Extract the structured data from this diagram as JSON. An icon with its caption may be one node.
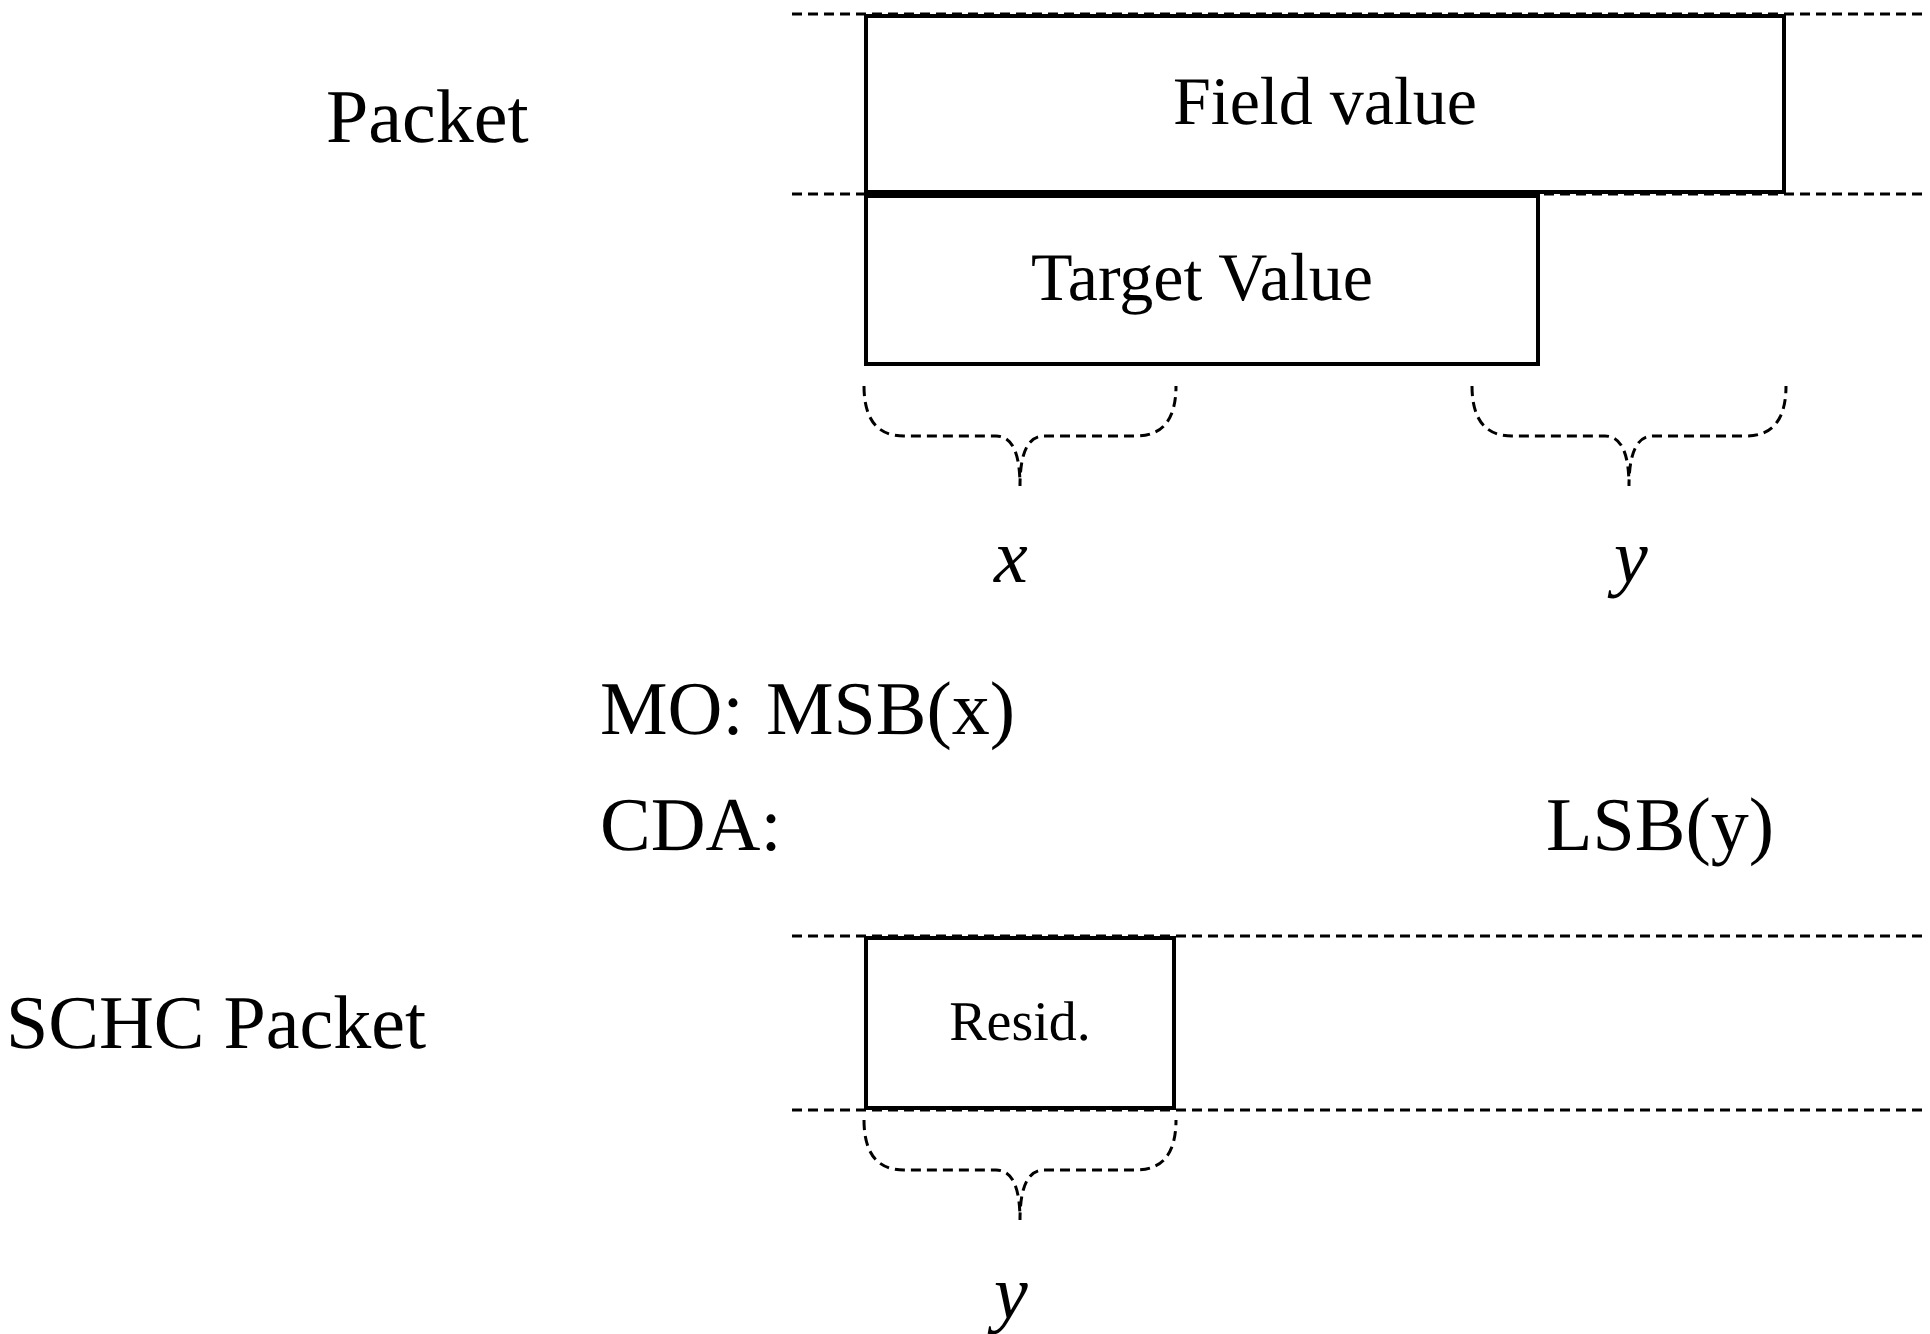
{
  "diagram": {
    "nodes": [
      {
        "text": [
          "Field value"
        ]
      },
      {
        "text": [
          "Target Value"
        ]
      },
      {
        "text": [
          "Resid."
        ]
      }
    ],
    "labels": [
      "Packet",
      "x",
      "y",
      "MO:",
      "MSB(x)",
      "CDA:",
      "LSB(y)",
      "SCHC Packet",
      "y"
    ]
  }
}
